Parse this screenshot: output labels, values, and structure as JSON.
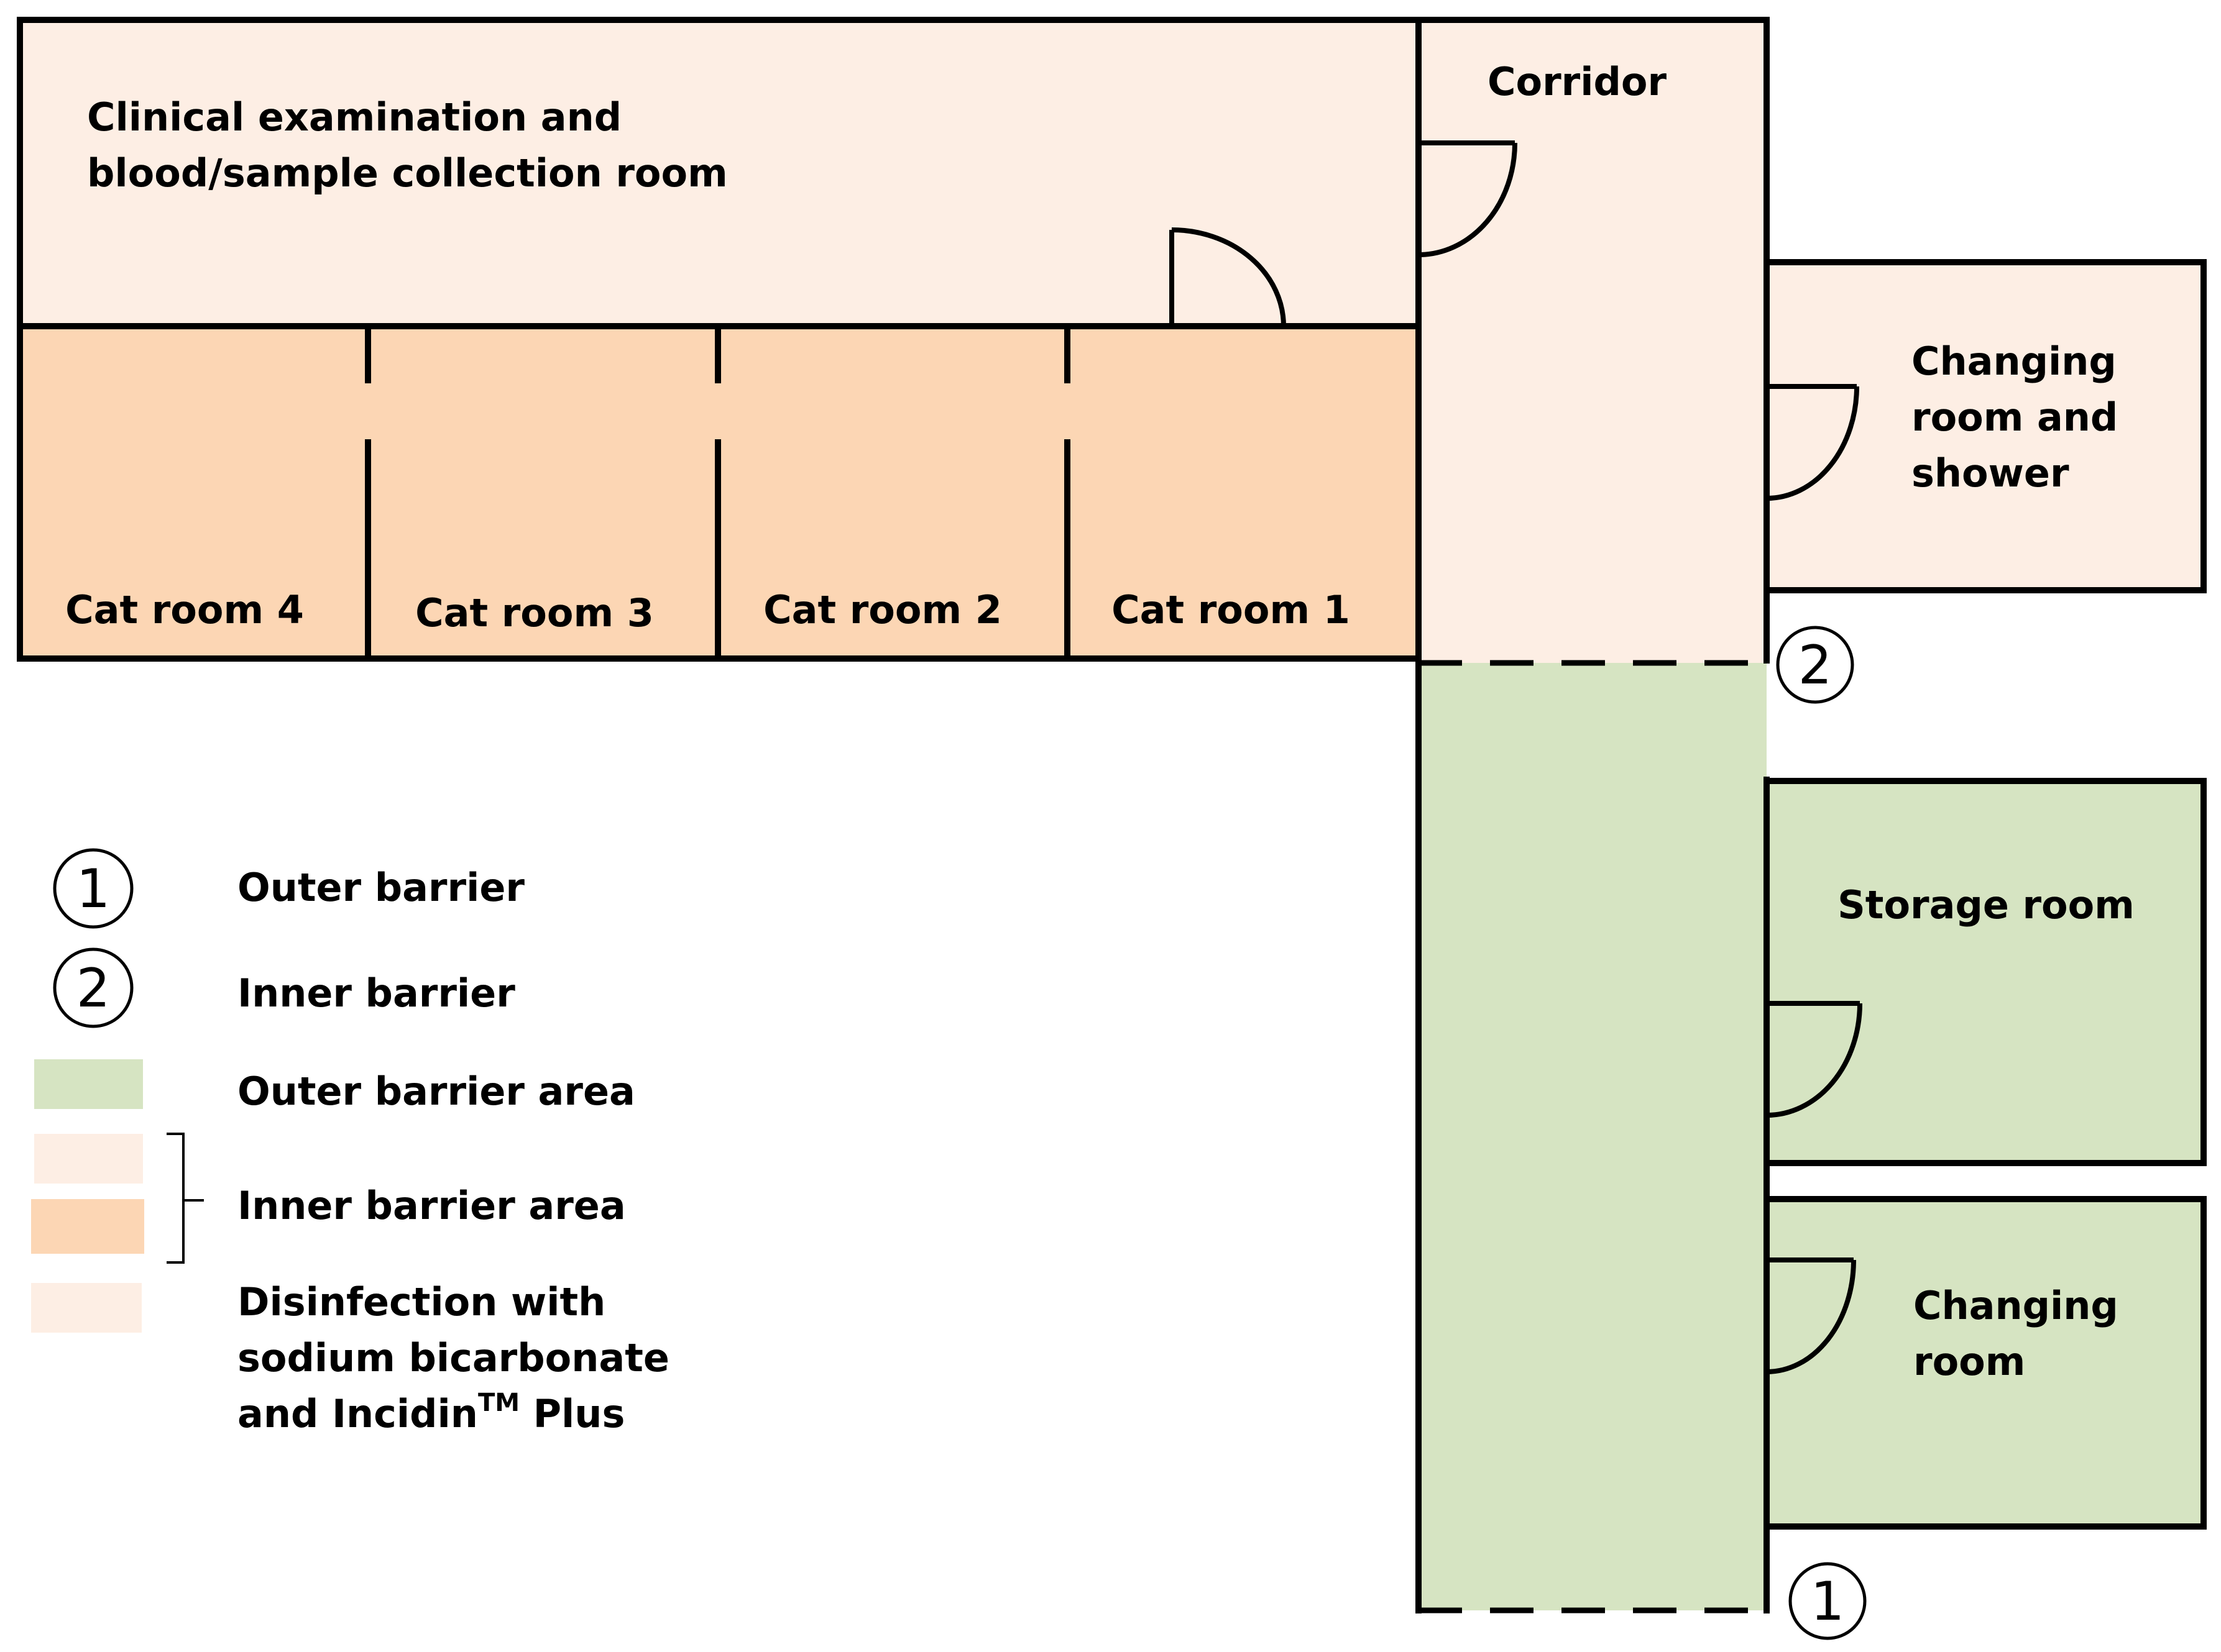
{
  "colors": {
    "inner_light": "#fdeee4",
    "inner_dark": "#fcd6b4",
    "outer_green": "#d6e4c2",
    "disinfection": "#fdeee4",
    "wall": "#000000"
  },
  "rooms": {
    "clinical_line1": "Clinical  examination and",
    "clinical_line2": "blood/sample  collection  room",
    "corridor": "Corridor",
    "changing_shower_line1": "Changing",
    "changing_shower_line2": "room and",
    "changing_shower_line3": "shower",
    "cat_room_4": "Cat room 4",
    "cat_room_3": "Cat room 3",
    "cat_room_2": "Cat room 2",
    "cat_room_1": "Cat room 1",
    "storage": "Storage room",
    "changing_line1": "Changing",
    "changing_line2": "room"
  },
  "markers": {
    "outer_num": "1",
    "inner_num": "2"
  },
  "legend": {
    "outer_barrier": "Outer barrier",
    "inner_barrier": "Inner barrier",
    "outer_barrier_area": "Outer barrier area",
    "inner_barrier_area": "Inner barrier area",
    "disinfection_line1": "Disinfection  with",
    "disinfection_line2": "sodium  bicarbonate",
    "disinfection_line3_prefix": "and Incidin",
    "disinfection_line3_super": "TM",
    "disinfection_line3_suffix": " Plus"
  }
}
